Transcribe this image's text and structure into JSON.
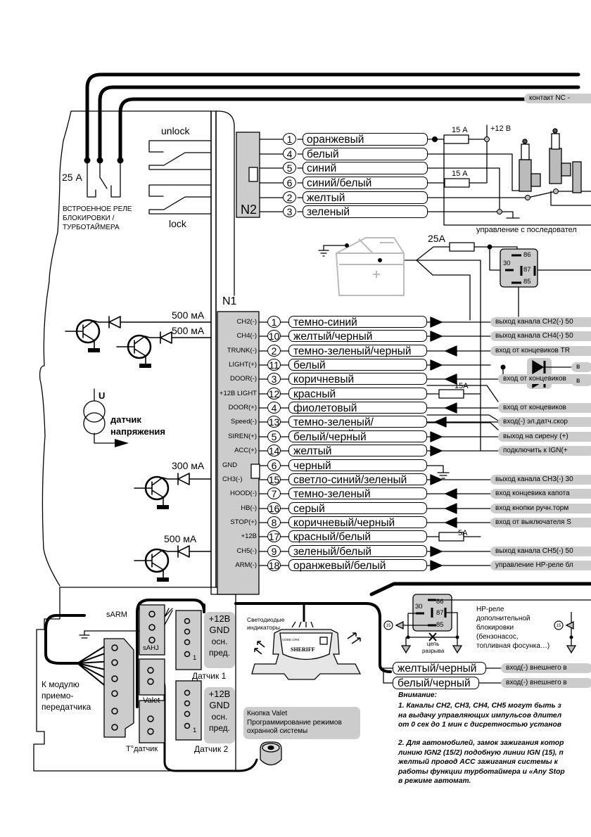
{
  "top_pill": "контакт NC -",
  "relay_block": {
    "unlock": "unlock",
    "lock": "lock",
    "fuse": "25 А",
    "title_lines": [
      "ВСТРОЕННОЕ РЕЛЕ",
      "БЛОКИРОВКИ /",
      "ТУРБОТАЙМЕРА"
    ]
  },
  "n2": {
    "label": "N2",
    "wires": [
      {
        "pin": "1",
        "color": "оранжевый"
      },
      {
        "pin": "4",
        "color": "белый"
      },
      {
        "pin": "5",
        "color": "синий"
      },
      {
        "pin": "6",
        "color": "синий/белый"
      },
      {
        "pin": "2",
        "color": "желтый"
      },
      {
        "pin": "3",
        "color": "зеленый"
      }
    ],
    "fuse1": "15 А",
    "fuse2": "15 А",
    "plus12": "+12 В",
    "control_note": "управление с последовател"
  },
  "battery_block": {
    "fuse": "25А",
    "relay_pins": [
      "86",
      "30",
      "87",
      "85"
    ]
  },
  "n1": {
    "label": "N1",
    "wires": [
      {
        "signal": "CH2(-)",
        "pin": "1",
        "color": "темно-синий",
        "dest": "выход канала CH2(-) 50"
      },
      {
        "signal": "CH4(-)",
        "pin": "10",
        "color": "желтый/черный",
        "dest": "выход канала CH4(-) 50"
      },
      {
        "signal": "TRUNK(-)",
        "pin": "2",
        "color": "темно-зеленый/черный",
        "dest": "вход от концевиков TR"
      },
      {
        "signal": "LIGHT(+)",
        "pin": "11",
        "color": "белый",
        "dest": ""
      },
      {
        "signal": "DOOR(-)",
        "pin": "3",
        "color": "коричневый",
        "dest": "вход от концевиков"
      },
      {
        "signal": "+12B LIGHT",
        "pin": "12",
        "color": "красный",
        "dest": ""
      },
      {
        "signal": "DOOR(+)",
        "pin": "4",
        "color": "фиолетовый",
        "dest": "вход от концевиков"
      },
      {
        "signal": "Speed(-)",
        "pin": "13",
        "color": "темно-зеленый/коричневый",
        "dest": "вход(-) эл.датч.скор"
      },
      {
        "signal": "SIREN(+)",
        "pin": "5",
        "color": "белый/черный",
        "dest": "выход на сирену (+)"
      },
      {
        "signal": "ACC(+)",
        "pin": "14",
        "color": "желтый",
        "dest": "подключить к IGN(+"
      },
      {
        "signal": "GND",
        "pin": "6",
        "color": "черный",
        "dest": ""
      },
      {
        "signal": "CH3(-)",
        "pin": "15",
        "color": "светло-синий/зеленый",
        "dest": "выход канала CH3(-) 30"
      },
      {
        "signal": "HOOD(-)",
        "pin": "7",
        "color": "темно-зеленый",
        "dest": "вход концевика капота"
      },
      {
        "signal": "HB(-)",
        "pin": "16",
        "color": "серый",
        "dest": "вход кнопки ручн.торм"
      },
      {
        "signal": "STOP(+)",
        "pin": "8",
        "color": "коричневый/черный",
        "dest": "вход от выключателя S"
      },
      {
        "signal": "+12B",
        "pin": "17",
        "color": "красный/белый",
        "dest": ""
      },
      {
        "signal": "CH5(-)",
        "pin": "9",
        "color": "зеленый/белый",
        "dest": "выход канала CH5(-) 50"
      },
      {
        "signal": "ARM(-)",
        "pin": "18",
        "color": "оранжевый/белый",
        "dest": "управление HP-реле бл"
      }
    ],
    "light_pills": [
      "в",
      "в"
    ],
    "fuse_light": "15А",
    "fuse_12b": "5А"
  },
  "transistors": {
    "currents": [
      "500 мА",
      "500 мА",
      "300 мА",
      "500 мА"
    ],
    "voltage_sensor": {
      "symbol": "U",
      "label_lines": [
        "датчик",
        "напряжения"
      ]
    }
  },
  "bottom_module": {
    "sarm": "sARM",
    "sahj": "sAHJ",
    "valet": "Valet",
    "temp": "Т°датчик",
    "transceiver_lines": [
      "К модулю",
      "приемо-",
      "передатчика"
    ],
    "sensor1": {
      "title": "Датчик 1",
      "pins": [
        "+12В",
        "GND",
        "осн.",
        "пред."
      ],
      "pin_mark": "1"
    },
    "sensor2": {
      "title": "Датчик 2",
      "pins": [
        "+12В",
        "GND",
        "осн.",
        "пред."
      ],
      "pin_mark": "1"
    }
  },
  "led_block": {
    "label_lines": [
      "Светодиодые",
      "индикаторы"
    ],
    "brand": "SHERIFF",
    "panel_text": "CODE CFM"
  },
  "valet_button": {
    "lines": [
      "Кнопка Valet",
      "Программирование режимов",
      "охранной системы"
    ]
  },
  "hp_relay": {
    "pins": [
      "86",
      "30",
      "87",
      "85"
    ],
    "pin_ref": "15",
    "break_label_lines": [
      "цепь",
      "разрыва"
    ],
    "desc_lines": [
      "HP-реле",
      "дополнительной",
      "блокировки",
      "(бензонасос,",
      "топливная фосунка…)"
    ]
  },
  "ext_wires": [
    {
      "color": "желтый/черный",
      "dest": "вход(-) внешнего в"
    },
    {
      "color": "белый/черный",
      "dest": "вход(-) внешнего в"
    }
  ],
  "notes": {
    "title": "Внимание:",
    "lines1": [
      "1.  Каналы CH2, CH3, CH4, CH5 могут быть з",
      "на выдачу управляющих импульсов длител",
      "от 0 сек до 1 мин с дисретностью установ"
    ],
    "lines2": [
      "2. Для автомобилей, замок зажигания котор",
      "линию IGN2 (15/2) подобную линии IGN (15), п",
      "желтый провод ACC  зажигания системы к",
      "работы функции турботаймера и «Any Stop",
      "в режиме автомат."
    ]
  }
}
